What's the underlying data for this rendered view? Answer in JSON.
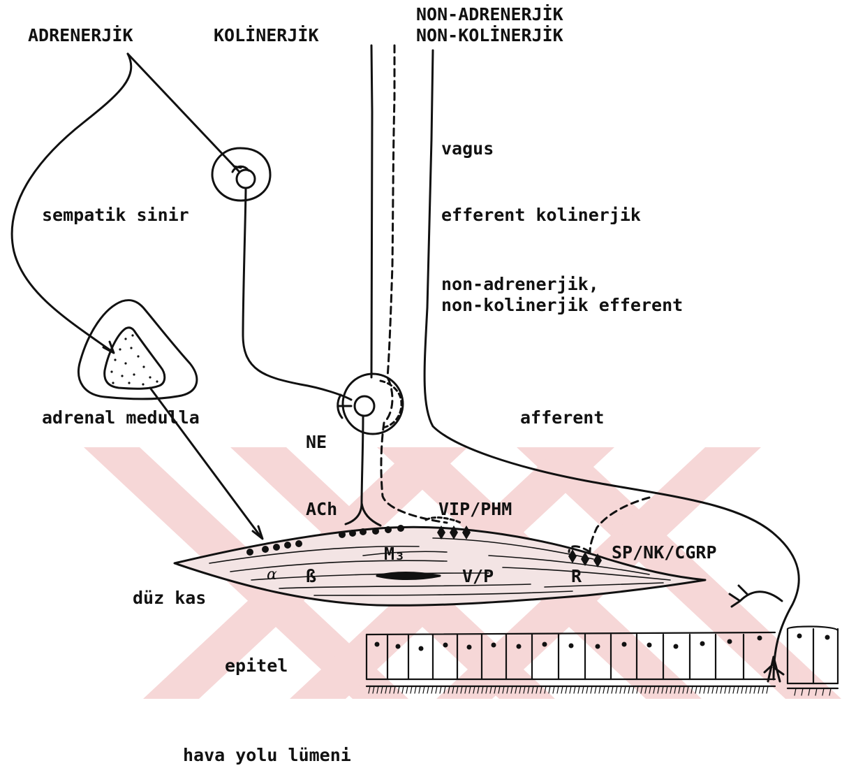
{
  "headings": {
    "adrenergic": "ADRENERJİK",
    "cholinergic": "KOLİNERJİK",
    "nanc_line1": "NON-ADRENERJİK",
    "nanc_line2": "NON-KOLİNERJİK"
  },
  "labels": {
    "sympathetic_nerve": "sempatik sinir",
    "vagus": "vagus",
    "efferent_cholinergic": "efferent kolinerjik",
    "nanc_efferent_line1": "non-adrenerjik,",
    "nanc_efferent_line2": "non-kolinerjik efferent",
    "adrenal_medulla": "adrenal medulla",
    "afferent": "afferent",
    "smooth_muscle": "düz kas",
    "epithelium": "epitel",
    "airway_lumen": "hava yolu lümeni"
  },
  "mediators": {
    "ne": "NE",
    "ach": "ACh",
    "vip_phm": "VIP/PHM",
    "sp_nk_cgrp": "SP/NK/CGRP"
  },
  "receptors": {
    "alpha": "α",
    "beta": "ß",
    "m3": "M₃",
    "vp": "V/P",
    "r": "R"
  },
  "colors": {
    "ink": "#111111",
    "watermark": "#f6d3d3",
    "muscle_fill": "#f3e4e4"
  }
}
